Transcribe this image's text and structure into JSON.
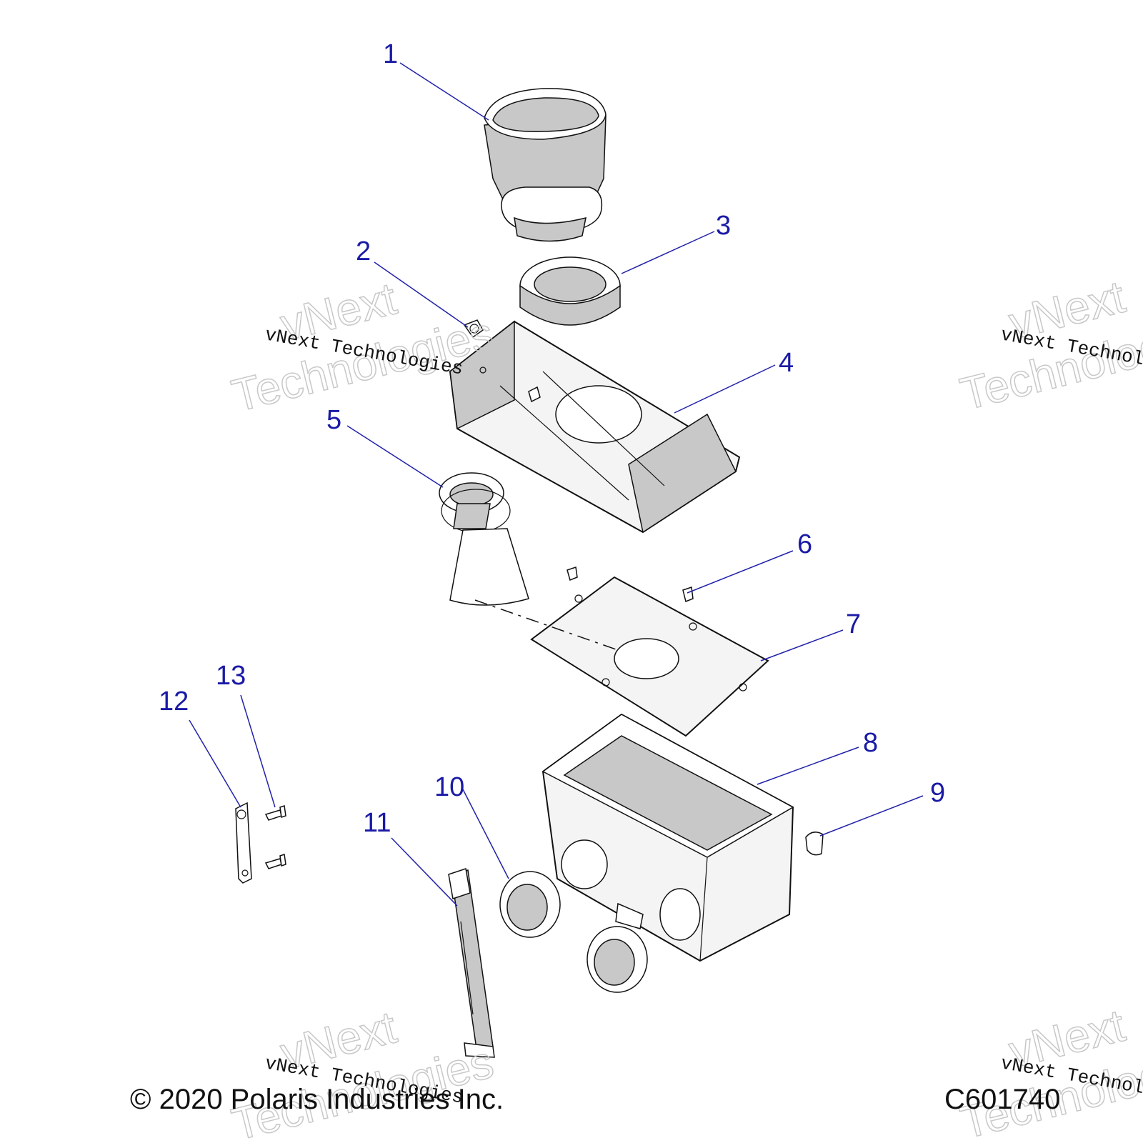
{
  "callouts": [
    "1",
    "2",
    "3",
    "4",
    "5",
    "6",
    "7",
    "8",
    "9",
    "10",
    "11",
    "12",
    "13"
  ],
  "watermark": {
    "large_line1": "vNext",
    "large_line2": "Technologies",
    "small": "vNext Technologies"
  },
  "footer": {
    "copyright": "© 2020 Polaris Industries Inc.",
    "code": "C601740"
  }
}
